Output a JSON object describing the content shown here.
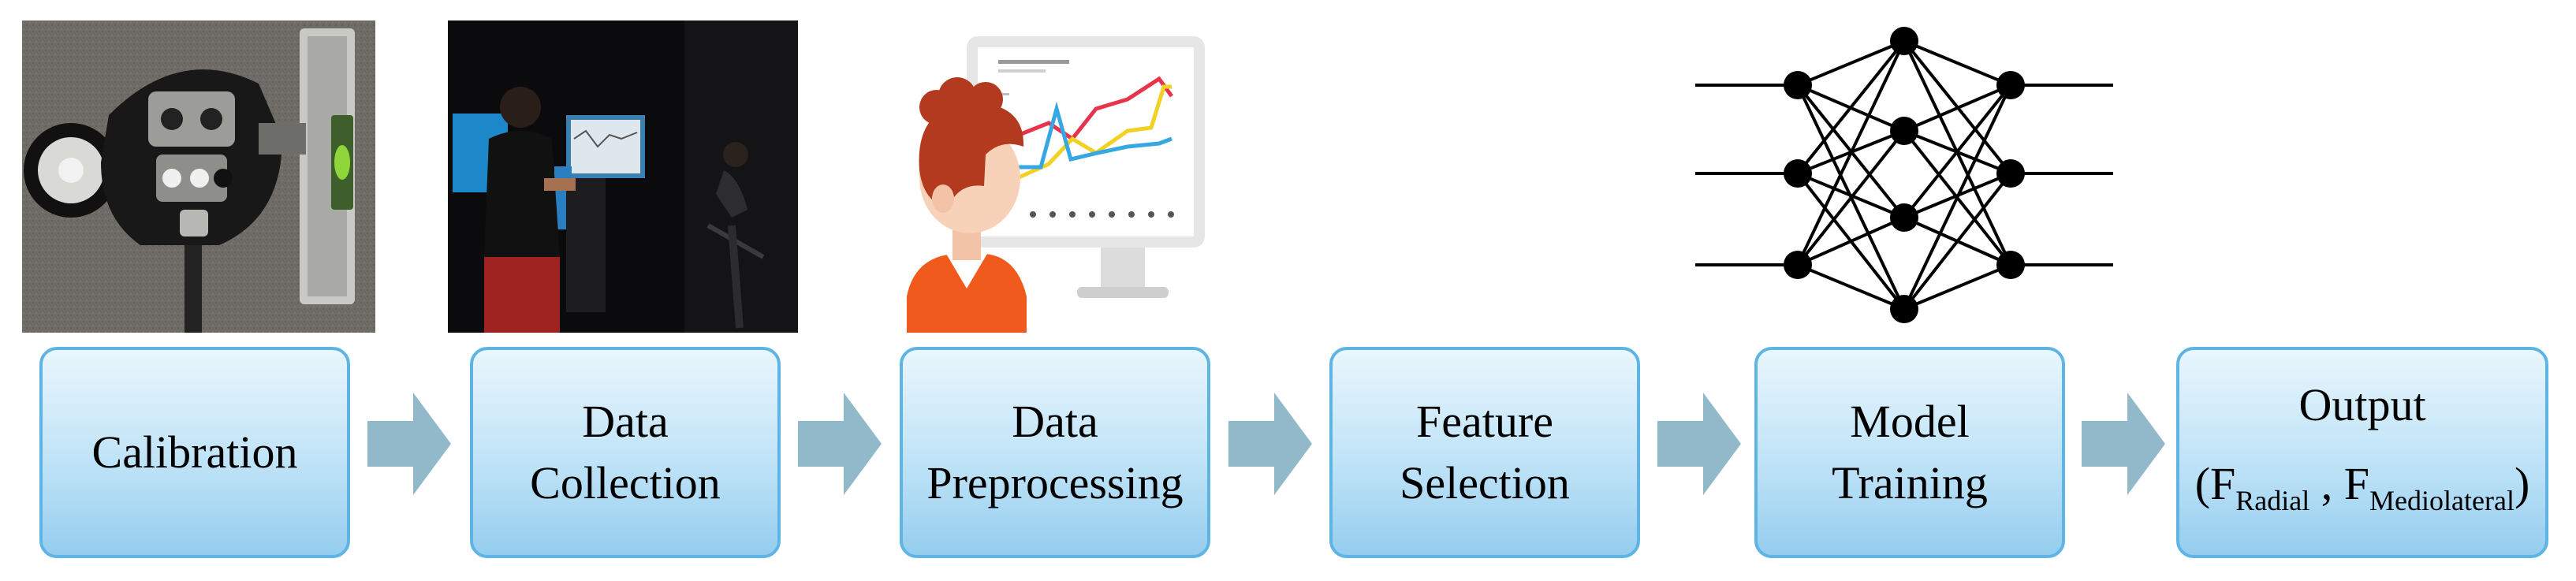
{
  "steps": [
    {
      "id": "calibration",
      "label": "Calibration"
    },
    {
      "id": "data-collection",
      "label": "Data\nCollection"
    },
    {
      "id": "data-preprocessing",
      "label": "Data\nPreprocessing"
    },
    {
      "id": "feature-selection",
      "label": "Feature\nSelection"
    },
    {
      "id": "model-training",
      "label": "Model\nTraining"
    },
    {
      "id": "output",
      "label": "Output"
    }
  ],
  "output_formula": {
    "open": "(F",
    "sub1": "Radial",
    "sep": " , F",
    "sub2": "Mediolateral",
    "close": ")"
  },
  "icons": [
    "calibration-photo",
    "data-collection-photo",
    "person-monitor-chart-icon",
    "neural-network-icon",
    "arrow-right-icon"
  ],
  "colors": {
    "box_border": "#5fb4e6",
    "box_fill_top": "#e9f6fd",
    "box_fill_bottom": "#95cdef",
    "arrow": "#92b9c9",
    "chart_red": "#e8344b",
    "chart_yellow": "#f2d024",
    "chart_blue": "#35a7e3",
    "hair": "#b33a1e",
    "shirt": "#f05a1c"
  }
}
